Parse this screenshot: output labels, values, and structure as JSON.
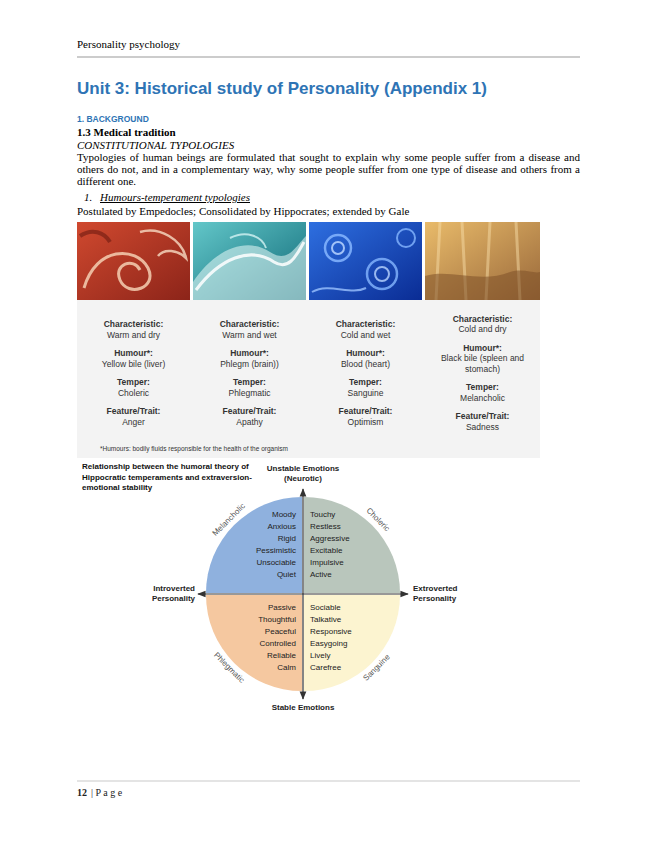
{
  "diagram": {
    "title": "Unit 3: Historical study of Personality (Appendix 1)",
    "nodes": [
      {
        "text": [
          "Melancholic",
          "Moody Anxious Rigid Pessimistic Unsociable Quiet"
        ]
      },
      {
        "text": [
          "Choleric",
          "Touchy Restless Aggressive Excitable Impulsive Active"
        ]
      },
      {
        "text": [
          "Phlegmatic",
          "Passive Thoughtful Peaceful Controlled Reliable Calm"
        ]
      },
      {
        "text": [
          "Sanguine",
          "Sociable Talkative Responsive Easygoing Lively Carefree"
        ]
      }
    ],
    "labels": [
      "Personality psychology",
      "1. BACKGROUND",
      "1.3 Medical tradition",
      "CONSTITUTIONAL TYPOLOGIES",
      "Typologies of human beings are formulated that sought to explain why some people suffer from a disease and others do not, and in a complementary way, why some people suffer from one type of disease and others from a different one.",
      "1.",
      "Humours-temperament typologies",
      "Postulated by Empedocles; Consolidated by Hippocrates; extended by Gale",
      "Characteristic:",
      "Warm and dry",
      "Humour*:",
      "Yellow bile (liver)",
      "Temper:",
      "Choleric",
      "Feature/Trait:",
      "Anger",
      "Characteristic:",
      "Warm and wet",
      "Humour*:",
      "Phlegm (brain))",
      "Temper:",
      "Phlegmatic",
      "Feature/Trait:",
      "Apathy",
      "Characteristic:",
      "Cold and wet",
      "Humour*:",
      "Blood (heart)",
      "Temper:",
      "Sanguine",
      "Feature/Trait:",
      "Optimism",
      "Characteristic:",
      "Cold and dry",
      "Humour*:",
      "Black bile (spleen and stomach)",
      "Temper:",
      "Melancholic",
      "Feature/Trait:",
      "Sadness",
      "*Humours: bodily fluids responsible for the health of the organism",
      "Relationship between the humoral theory of Hippocratic temperaments and extraversion-emotional stability",
      "Unstable Emotions (Neurotic)",
      "Introverted Personality",
      "Extroverted Personality",
      "Stable Emotions",
      "12",
      "| P a g e"
    ]
  }
}
